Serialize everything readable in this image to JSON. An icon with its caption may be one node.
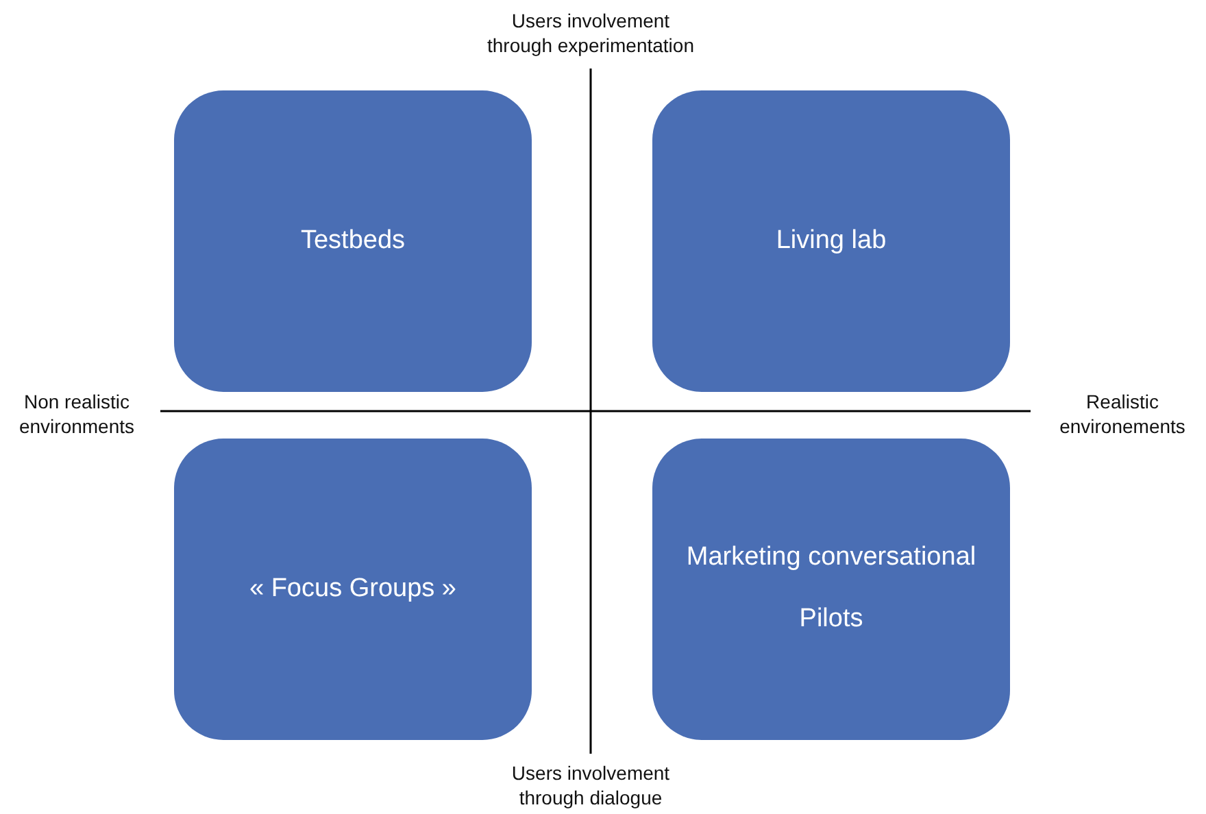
{
  "diagram": {
    "nodes": [
      {
        "text": [
          "Testbeds"
        ]
      },
      {
        "text": [
          "Living lab"
        ]
      },
      {
        "text": [
          "« Focus Groups »"
        ]
      },
      {
        "text": [
          "Marketing conversational",
          "Pilots"
        ]
      }
    ],
    "labels": [
      "Users involvement through experimentation",
      "Non realistic environments",
      "Realistic environements",
      "Users involvement through dialogue"
    ]
  }
}
